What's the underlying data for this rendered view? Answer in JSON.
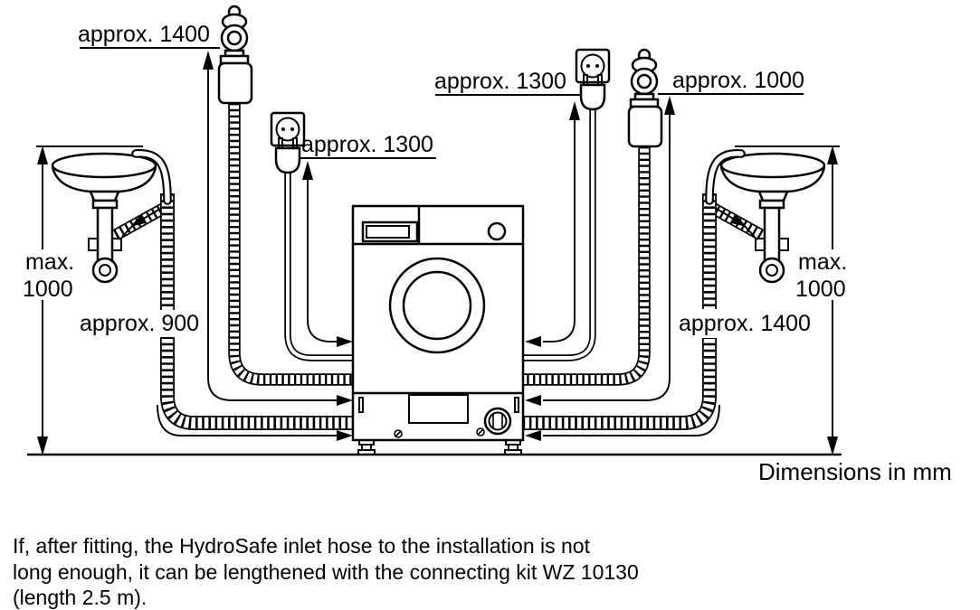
{
  "figure": {
    "labels": {
      "inlet_left": "approx. 1400",
      "socket_left": "approx. 1300",
      "socket_center": "approx. 1300",
      "inlet_right": "approx. 1000",
      "drain_left": "approx. 900",
      "drain_right": "approx. 1400",
      "sink_height_left_line1": "max.",
      "sink_height_left_line2": "1000",
      "sink_height_right_line1": "max.",
      "sink_height_right_line2": "1000"
    },
    "units_note": "Dimensions in mm",
    "footnote_lines": {
      "line1": "If, after fitting, the HydroSafe inlet hose to the installation is not",
      "line2": "long enough, it can be lengthened with the connecting kit WZ 10130",
      "line3": "(length 2.5 m)."
    },
    "colors": {
      "line": "#000000",
      "background": "#ffffff"
    }
  }
}
